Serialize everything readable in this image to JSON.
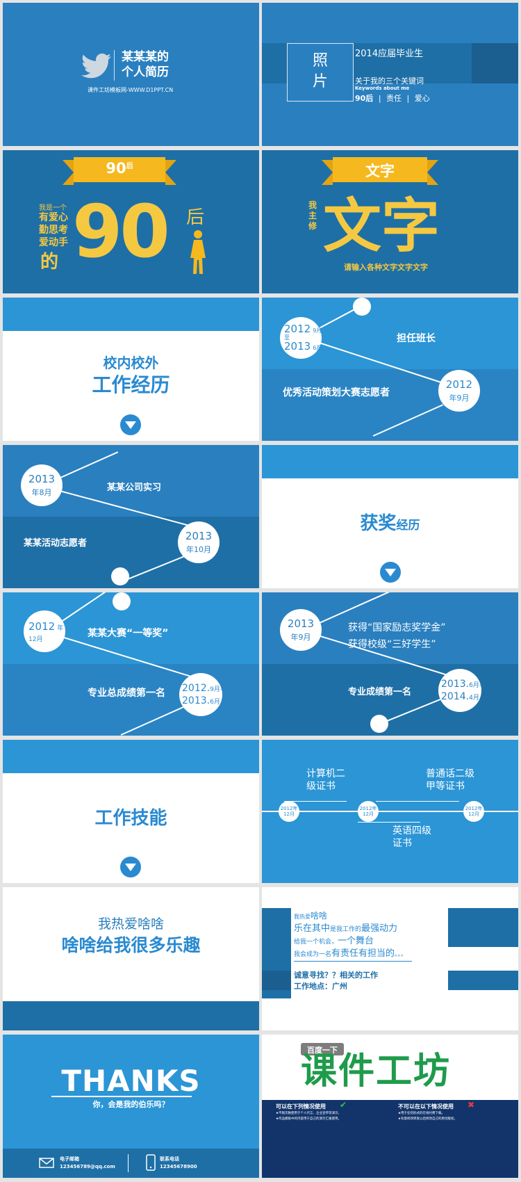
{
  "s1": {
    "title1": "某某某的",
    "title2": "个人简历",
    "subtitle": "课件工坊模板网-WWW.D1PPT.CN"
  },
  "s2": {
    "photo": "照\n片",
    "grad": "2014应届毕业生",
    "kw": "关于我的三个关键词",
    "kw_en": "Keywords about  me",
    "kw1": "90后",
    "sep": "|",
    "kw2": "责任",
    "kw3": "爱心"
  },
  "s3": {
    "ribbon": "90",
    "ribbon_sup": "后",
    "intro": "我是一个",
    "l1": "有爱心",
    "l2": "勤思考",
    "l3": "爱动手",
    "de": "的",
    "big": "90",
    "hou": "后"
  },
  "s4": {
    "ribbon": "文字",
    "side1": "我",
    "side2": "主",
    "side3": "修",
    "big": "文字",
    "caption": "请输入各种文字文字文字"
  },
  "s5": {
    "t1": "校内校外",
    "t2": "工作经历"
  },
  "s6": {
    "d1a": "2012",
    "d1m": "9月",
    "d1z": "至",
    "d1b": "2013",
    "d1n": "6月",
    "e1": "担任班长",
    "e2": "优秀活动策划大赛志愿者",
    "d2a": "2012",
    "d2b": "年9月"
  },
  "s7": {
    "d1a": "2013",
    "d1b": "年8月",
    "e1": "某某公司实习",
    "e2": "某某活动志愿者",
    "d2a": "2013",
    "d2b": "年10月"
  },
  "s8": {
    "t1": "获奖",
    "t2": "经历"
  },
  "s9": {
    "d1a": "2012",
    "d1y": "年",
    "d1m": "12月",
    "e1": "某某大赛“一等奖”",
    "e2": "专业总成绩第一名",
    "d2a": "2012.",
    "d2m": "9月-",
    "d2b": "2013.",
    "d2n": "6月"
  },
  "s10": {
    "d1a": "2013",
    "d1b": "年9月",
    "e1": "获得“国家励志奖学金”",
    "e2": "获得校级“三好学生”",
    "e3": "专业成绩第一名",
    "d2a": "2013.",
    "d2m": "6月-",
    "d2b": "2014.",
    "d2n": "4月"
  },
  "s11": {
    "title": "工作技能"
  },
  "s12": {
    "c1": "计算机二",
    "c1b": "级证书",
    "c2": "普通话二级",
    "c2b": "甲等证书",
    "c3": "英语四级",
    "c3b": "证书",
    "y1": "2012年",
    "m1": "12月",
    "y2": "2012年",
    "m2": "12月",
    "y3": "2012年",
    "m3": "12月"
  },
  "s13": {
    "l1": "我热爱啥啥",
    "l2": "啥啥给我很多乐趣"
  },
  "s14": {
    "p1a": "我热爱",
    "p1b": "啥啥",
    "p2a": "乐在其中",
    "p2b": "是我工作的",
    "p2c": "最强动力",
    "p3a": "给我一个机会，",
    "p3b": "一个舞台",
    "p4a": "我会成为一名",
    "p4b": "有责任有担当的",
    "p4c": "。。。",
    "q1": "诚意寻找？？相关的工作",
    "q2": "工作地点：广州"
  },
  "s15": {
    "thanks": "THANKS",
    "sub": "你，会是我的伯乐吗？",
    "email_l": "电子邮箱",
    "email": "123456789@qq.com",
    "phone_l": "联系电话",
    "phone": "12345678900"
  },
  "s16": {
    "badge": "百度一下",
    "brand": "课件工坊",
    "h1": "可以在下列情况使用",
    "h2": "不可以在以下情况使用",
    "t1": "★不限次数使用于个人代言、企业宣传等演示。",
    "t2": "★作品模板中的内容用于自己的演示汇报使用。",
    "t3": "★用于任何形式的在线付费下载。",
    "t4": "★有意修改转发以后修改自己的原创版权。"
  }
}
